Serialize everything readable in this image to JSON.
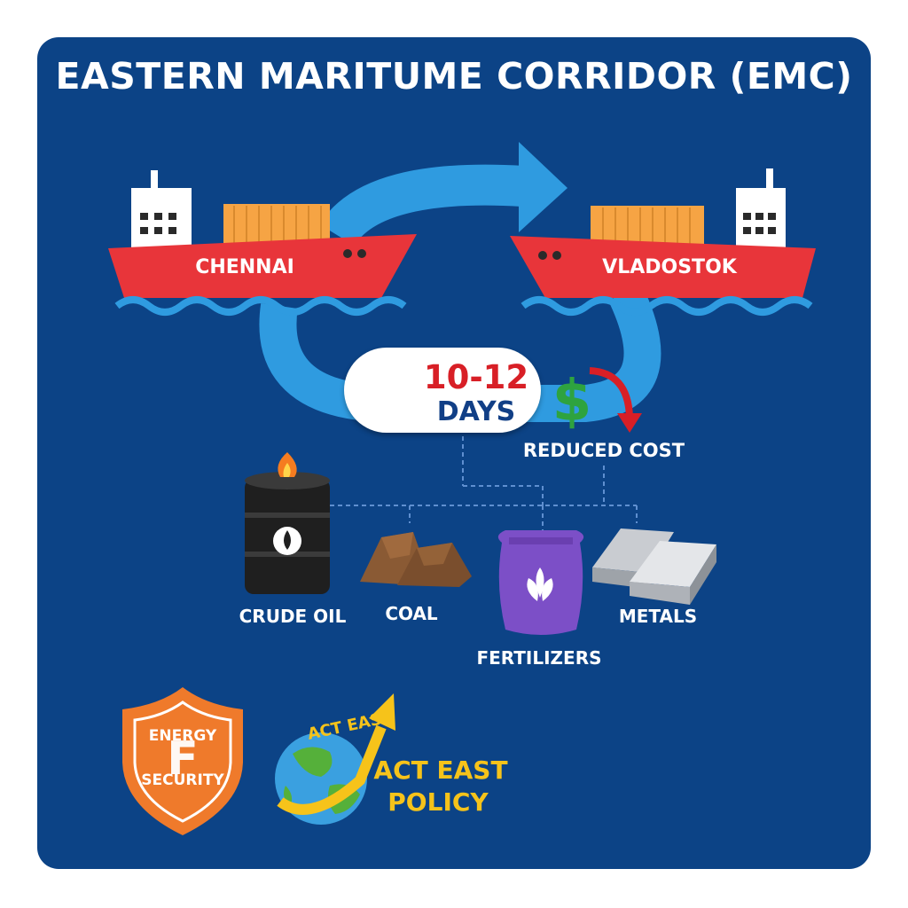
{
  "title": "EASTERN MARITUME CORRIDOR (EMC)",
  "ships": [
    {
      "label": "CHENNAI"
    },
    {
      "label": "VLADOSTOK"
    }
  ],
  "transit": {
    "range": "10-12",
    "unit": "DAYS",
    "icon": "clock-icon"
  },
  "cost": {
    "label": "REDUCED COST",
    "icon": "dollar-down-arrow-icon"
  },
  "cargo": [
    {
      "label": "CRUDE OIL",
      "icon": "oil-barrel-icon"
    },
    {
      "label": "COAL",
      "icon": "coal-pile-icon"
    },
    {
      "label": "FERTILIZERS",
      "icon": "fertilizer-sack-icon"
    },
    {
      "label": "METALS",
      "icon": "metal-bars-icon"
    }
  ],
  "energy_security": {
    "line1": "ENERGY",
    "letter": "F",
    "line2": "SECURITY",
    "icon": "shield-icon"
  },
  "act_east": {
    "globe_text": "ACT EAST",
    "line1": "ACT EAST",
    "line2": "POLICY",
    "icon": "globe-arrow-icon"
  },
  "colors": {
    "panel": "#0c4386",
    "hull": "#e8353a",
    "container": "#f6a444",
    "arrow": "#2f9be0",
    "accent_red": "#d81f26",
    "money_green": "#2ea33f",
    "shield": "#ef7a2b",
    "policy_yellow": "#f6c31a"
  }
}
